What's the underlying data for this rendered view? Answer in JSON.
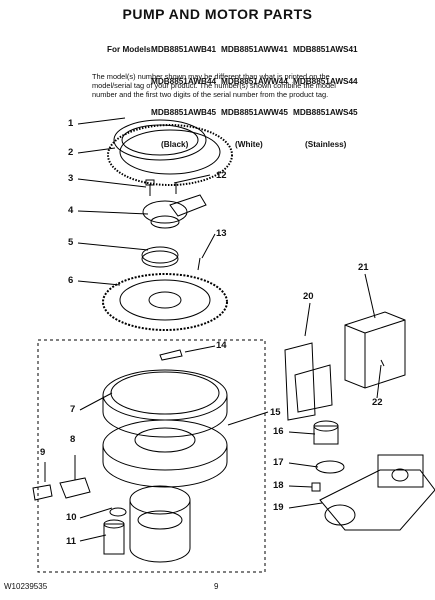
{
  "header": {
    "title": "PUMP AND MOTOR PARTS",
    "models_prefix": "For Models:",
    "models": [
      [
        "MDB8851AWB41",
        "MDB8851AWW41",
        "MDB8851AWS41"
      ],
      [
        "MDB8851AWB44",
        "MDB8851AWW44",
        "MDB8851AWS44"
      ],
      [
        "MDB8851AWB45",
        "MDB8851AWW45",
        "MDB8851AWS45"
      ]
    ],
    "colors": [
      "(Black)",
      "(White)",
      "(Stainless)"
    ],
    "note": "The model(s) number shown may be different than what is printed on the model/serial tag of your product. The number(s) shown combine the model number and the first two digits of the serial number from the product tag."
  },
  "callouts": [
    "1",
    "2",
    "3",
    "4",
    "5",
    "6",
    "7",
    "8",
    "9",
    "10",
    "11",
    "12",
    "13",
    "14",
    "15",
    "16",
    "17",
    "18",
    "19",
    "20",
    "21",
    "22"
  ],
  "footer": {
    "doc_number": "W10239535",
    "page_number": "9"
  }
}
